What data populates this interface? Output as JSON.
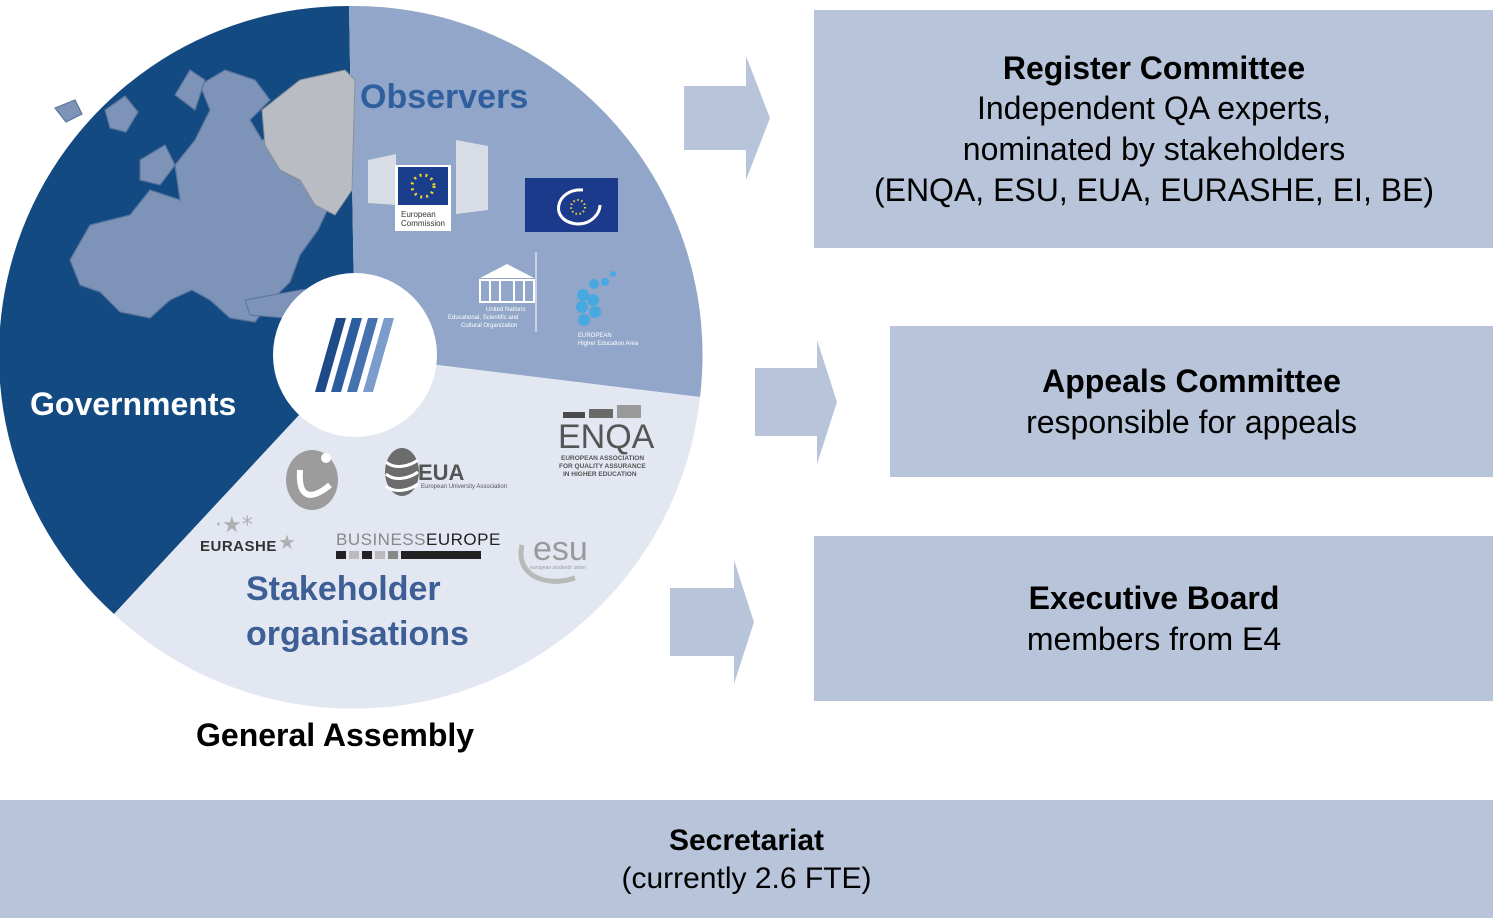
{
  "pie": {
    "governments_label": "Governments",
    "observers_label": "Observers",
    "stakeholders_label_line1": "Stakeholder",
    "stakeholders_label_line2": "organisations",
    "caption": "General Assembly",
    "colors": {
      "governments": "#134a81",
      "observers": "#91a6c8",
      "stakeholders": "#e2e7f2",
      "observers_text": "#2f5f9e",
      "stakeholders_text": "#3d5f95"
    }
  },
  "logos": {
    "ec_line1": "European",
    "ec_line2": "Commission",
    "unesco_line1": "United Nations",
    "unesco_line2": "Educational, Scientific and",
    "unesco_line3": "Cultural Organization",
    "ehea_line1": "EUROPEAN",
    "ehea_line2": "Higher Education Area",
    "eua": "EUA",
    "eua_sub": "European University Association",
    "enqa": "ENQA",
    "enqa_sub1": "EUROPEAN ASSOCIATION",
    "enqa_sub2": "FOR QUALITY ASSURANCE",
    "enqa_sub3": "IN HIGHER EDUCATION",
    "eurashe": "EURASHE",
    "business_a": "BUSINESS",
    "business_b": "EUROPE",
    "esu": "esu",
    "esu_sub": "european students' union"
  },
  "boxes": {
    "register": {
      "title": "Register Committee",
      "line1": "Independent QA experts,",
      "line2": "nominated by stakeholders",
      "line3": "(ENQA, ESU, EUA, EURASHE, EI, BE)"
    },
    "appeals": {
      "title": "Appeals Committee",
      "line1": "responsible for appeals"
    },
    "executive": {
      "title": "Executive Board",
      "line1": "members from E4"
    },
    "secretariat": {
      "title": "Secretariat",
      "line1": "(currently 2.6 FTE)"
    }
  },
  "box_color": "#b8c4d9"
}
